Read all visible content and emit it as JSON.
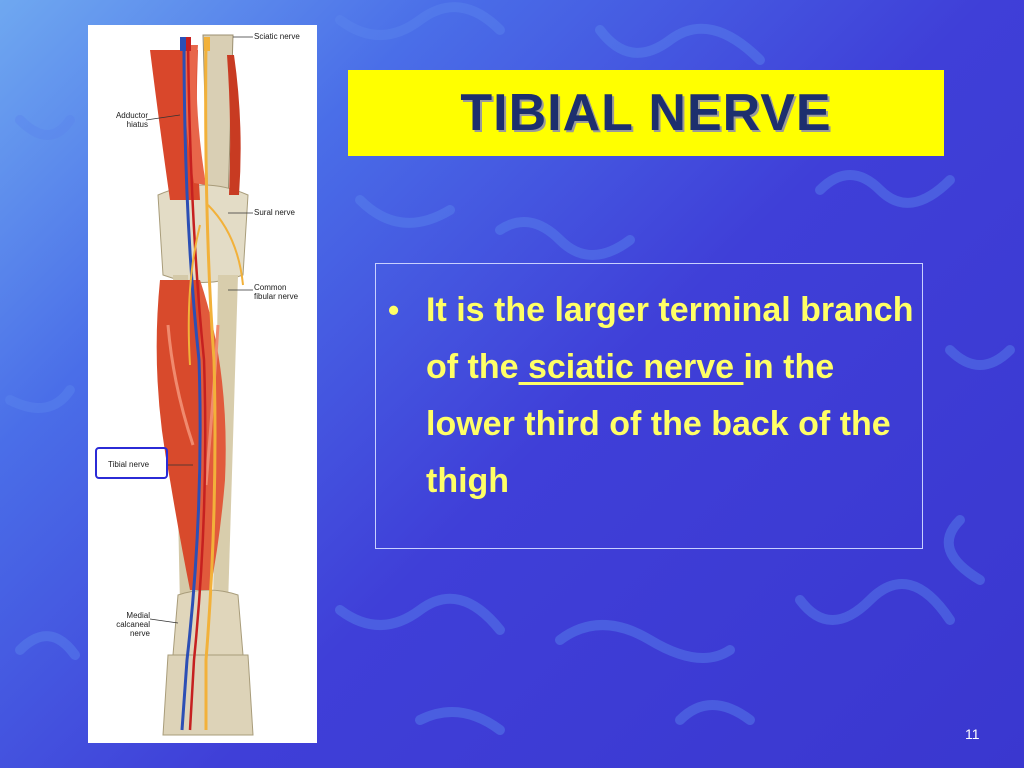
{
  "slide": {
    "title": "TIBIAL NERVE",
    "bullet_symbol": "•",
    "bullet": {
      "part1": "It is the larger terminal branch of the",
      "link": " sciatic nerve ",
      "part2": "in the lower third of the back of the thigh"
    },
    "page_number": "11"
  },
  "figure": {
    "labels": {
      "sciatic": "Sciatic nerve",
      "adductor": "Adductor hiatus",
      "sural": "Sural nerve",
      "common": "Common fibular nerve",
      "tibial": "Tibial nerve",
      "medial": "Medial calcaneal nerve"
    }
  },
  "colors": {
    "title_bg": "#ffff00",
    "title_text": "#1d2f6e",
    "bullet_text": "#ffff66",
    "highlight_border": "#2b2bd6"
  }
}
